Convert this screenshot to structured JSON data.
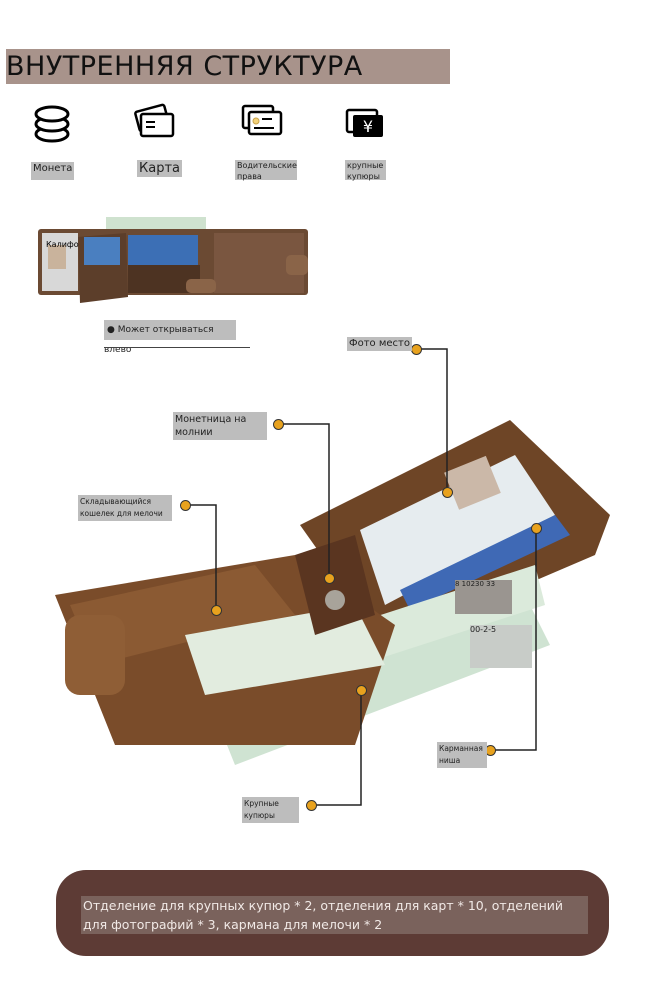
{
  "title": "ВНУТРЕННЯЯ СТРУКТУРА",
  "features": [
    {
      "icon": "coins-icon",
      "label": "Монета"
    },
    {
      "icon": "card-icon",
      "label": "Карта"
    },
    {
      "icon": "id-card-icon",
      "label": "Водительские права"
    },
    {
      "icon": "banknote-yen-icon",
      "label": "крупные купюры"
    }
  ],
  "small_photo": {
    "license_text": "Калифо",
    "caption": "Может открываться влево"
  },
  "callouts": {
    "photo": "Фото место",
    "coin_zip": "Монетница на молнии",
    "fold_coin": "Складывающийся кошелек для мелочи",
    "pocket": "Карманная ниша",
    "large_bills": "Крупные купюры"
  },
  "overlays": {
    "box1": "8 10230 33",
    "box2": "00-2-5"
  },
  "summary": "Отделение для крупных купюр * 2, отделения для карт * 10, отделений для фотографий * 3, кармана для мелочи * 2",
  "colors": {
    "title_bg": "#a8938b",
    "accent_dot": "#e8a21e",
    "summary_bg": "#5d3b35"
  }
}
